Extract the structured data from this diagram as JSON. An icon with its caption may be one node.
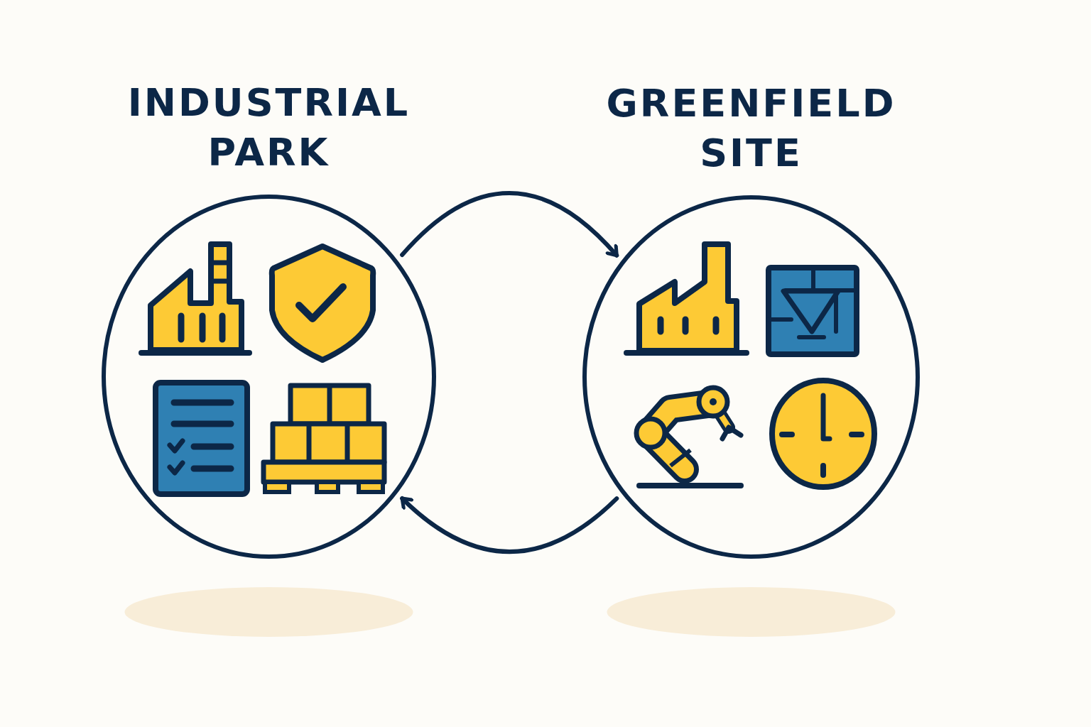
{
  "diagram": {
    "nodes": [
      {
        "text": [
          "INDUSTRIAL PARK"
        ]
      },
      {
        "text": [
          "GREENFIELD SITE"
        ]
      }
    ],
    "edges": [
      {
        "from": 0,
        "to": 1,
        "arrow": "to"
      },
      {
        "from": 1,
        "to": 0,
        "arrow": "to"
      }
    ]
  }
}
